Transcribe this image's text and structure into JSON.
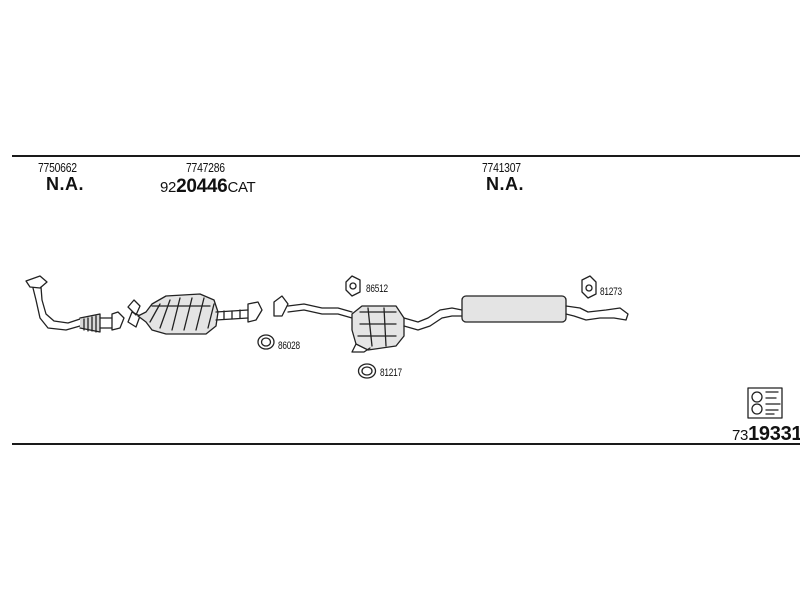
{
  "parts": {
    "front_pipe_code": "7750662",
    "front_pipe_status": "N.A.",
    "catalyst_code": "7747286",
    "catalyst_ref_prefix": "92",
    "catalyst_ref_main": "20446",
    "catalyst_ref_suffix": "CAT",
    "rear_code": "7741307",
    "rear_status": "N.A."
  },
  "small_parts": {
    "gasket_1": "86028",
    "mount_1": "86512",
    "ring_1": "81217",
    "mount_2": "81273"
  },
  "set_number": {
    "prefix": "73",
    "main": "19331"
  },
  "icons": [
    "mounting-kit-icon"
  ]
}
